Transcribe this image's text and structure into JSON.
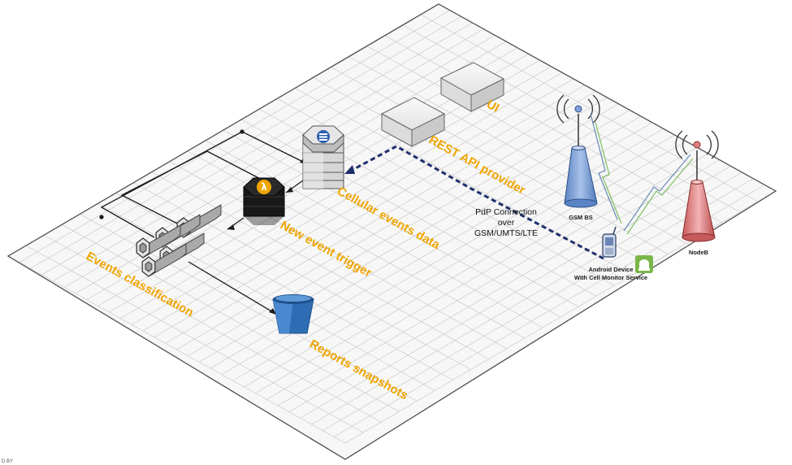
{
  "labels": {
    "ui": "UI",
    "rest_api": "REST API provider",
    "cellular_events": "Cellular  events data",
    "new_event_trigger": "New event trigger",
    "events_classification": "Events classification",
    "reports_snapshots": "Reports snapshots",
    "pdp_line1": "PdP Connection",
    "pdp_line2": "over",
    "pdp_line3": "GSM/UMTS/LTE",
    "gsm_bs": "GSM BS",
    "nodeb": "NodeB",
    "android_line1": "Android Device",
    "android_line2": "With Cell Monitor Service",
    "corner_text": "D BY"
  },
  "colors": {
    "label_orange": "#f0a500",
    "grid_line": "#cfcfcf",
    "tower_blue": "#7fa3d8",
    "tower_pink": "#e07f7f",
    "bucket_blue": "#2e6db4",
    "dashed_link": "#1f2f6b"
  }
}
